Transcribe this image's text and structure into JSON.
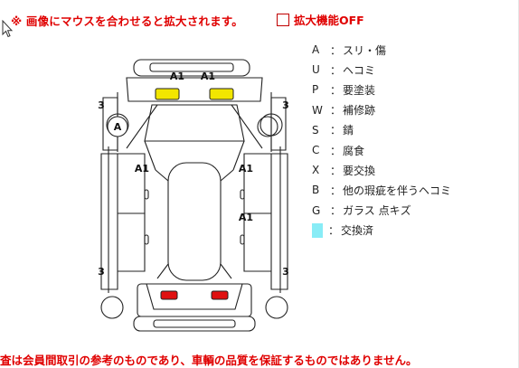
{
  "header": {
    "notice": "※ 画像にマウスを合わせると拡大されます。",
    "zoom_off_label": "拡大機能OFF"
  },
  "diagram": {
    "marks": {
      "hood_left": "A1",
      "hood_right": "A1",
      "left_front_door": "A1",
      "right_front_door": "A1",
      "right_rear_door": "A1",
      "front_left_corner": "3",
      "front_right_corner": "3",
      "rear_left_corner": "3",
      "rear_right_corner": "3",
      "left_mirror": "A"
    },
    "highlight_colors": {
      "front_lamps": "#f2e600",
      "rear_lamps": "#e01010",
      "replaced": "#88ecf6"
    }
  },
  "legend": {
    "separator": "：",
    "items": [
      {
        "code": "A",
        "desc": "スリ・傷"
      },
      {
        "code": "U",
        "desc": "ヘコミ"
      },
      {
        "code": "P",
        "desc": "要塗装"
      },
      {
        "code": "W",
        "desc": "補修跡"
      },
      {
        "code": "S",
        "desc": "錆"
      },
      {
        "code": "C",
        "desc": "腐食"
      },
      {
        "code": "X",
        "desc": "要交換"
      },
      {
        "code": "B",
        "desc": "他の瑕疵を伴うヘコミ"
      },
      {
        "code": "G",
        "desc": "ガラス 点キズ"
      }
    ],
    "replaced_desc": "交換済"
  },
  "footer": {
    "disclaimer": "査は会員間取引の参考のものであり、車輌の品質を保証するものではありません。"
  }
}
